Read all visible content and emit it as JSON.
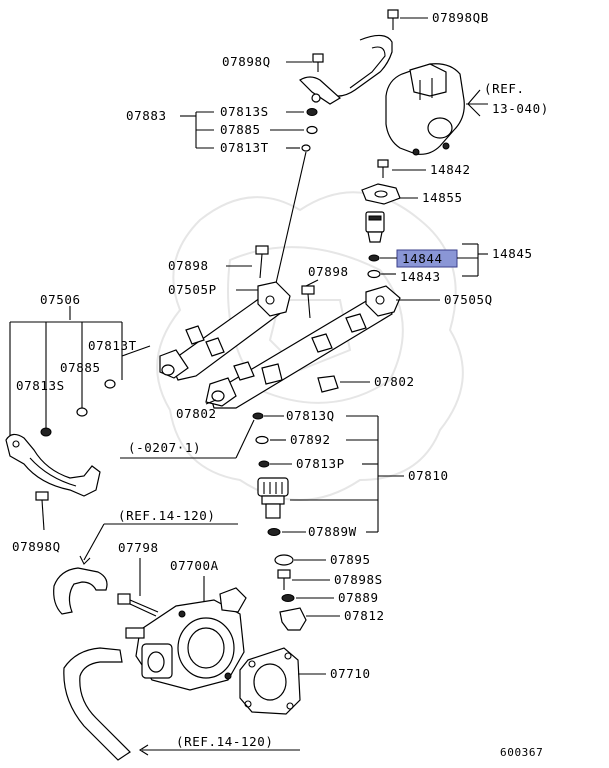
{
  "labels": {
    "p07898QB": "07898QB",
    "p07898Q_top": "07898Q",
    "ref13_040_a": "(REF.",
    "ref13_040_b": "13-040)",
    "p07883": "07883",
    "p07813S_top": "07813S",
    "p07885_top": "07885",
    "p07813T_top": "07813T",
    "p14842": "14842",
    "p14855": "14855",
    "p14844": "14844",
    "p14845": "14845",
    "p14843": "14843",
    "p07898": "07898",
    "p07898_b": "07898",
    "p07505P": "07505P",
    "p07505Q": "07505Q",
    "p07506": "07506",
    "p07813T": "07813T",
    "p07885": "07885",
    "p07813S": "07813S",
    "p07802_a": "07802",
    "p07802_b": "07802",
    "p07813Q": "07813Q",
    "ref0207": "(-0207·1)",
    "p07892": "07892",
    "p07813P": "07813P",
    "p07810": "07810",
    "p07889W": "07889W",
    "p07898Q": "07898Q",
    "ref14_120_top": "(REF.14-120)",
    "p07798": "07798",
    "p07700A": "07700A",
    "p07895": "07895",
    "p07898S": "07898S",
    "p07889": "07889",
    "p07812": "07812",
    "p07710": "07710",
    "ref14_120_bottom": "(REF.14-120)",
    "diagram_id": "600367"
  },
  "highlight_color": "#8a96d6"
}
